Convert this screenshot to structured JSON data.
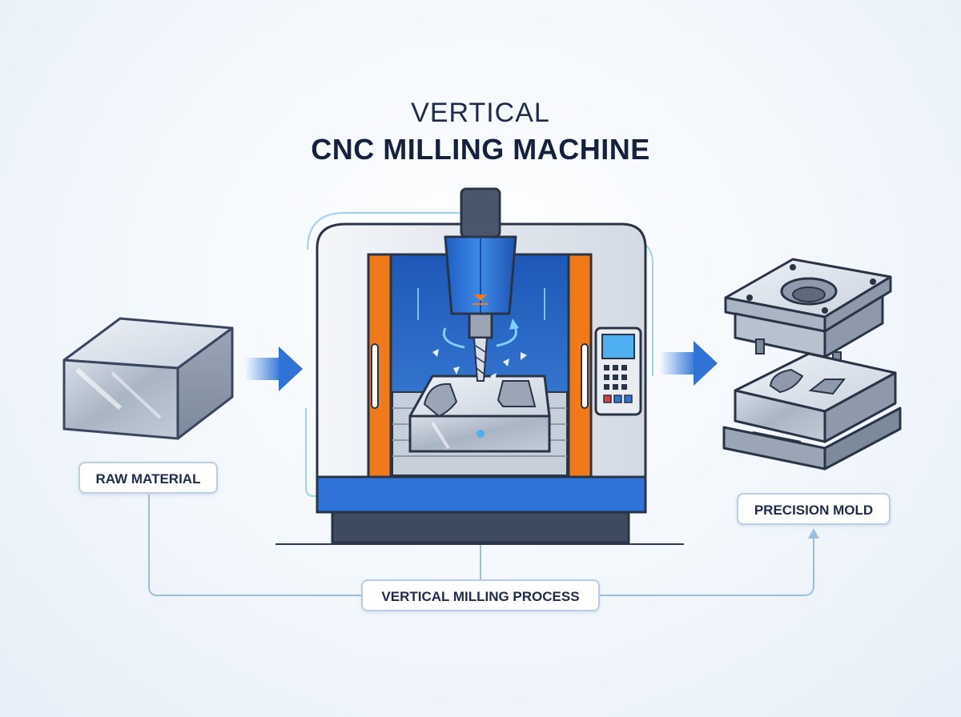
{
  "title": {
    "line1": "VERTICAL",
    "line2": "CNC MILLING MACHINE"
  },
  "labels": {
    "raw_material": "RAW MATERIAL",
    "precision_mold": "PRECISION MOLD",
    "process": "VERTICAL MILLING PROCESS"
  },
  "colors": {
    "title": "#1d2b4c",
    "machine_blue": "#2f73d6",
    "accent_orange": "#f07a1a",
    "steel": "#aeb9c8",
    "connector": "#9bbde0",
    "screen": "#4fb0f0"
  },
  "icons": [
    "raw-block-icon",
    "cnc-machine-icon",
    "precision-mold-icon",
    "flow-arrow-icon",
    "control-panel-icon"
  ]
}
